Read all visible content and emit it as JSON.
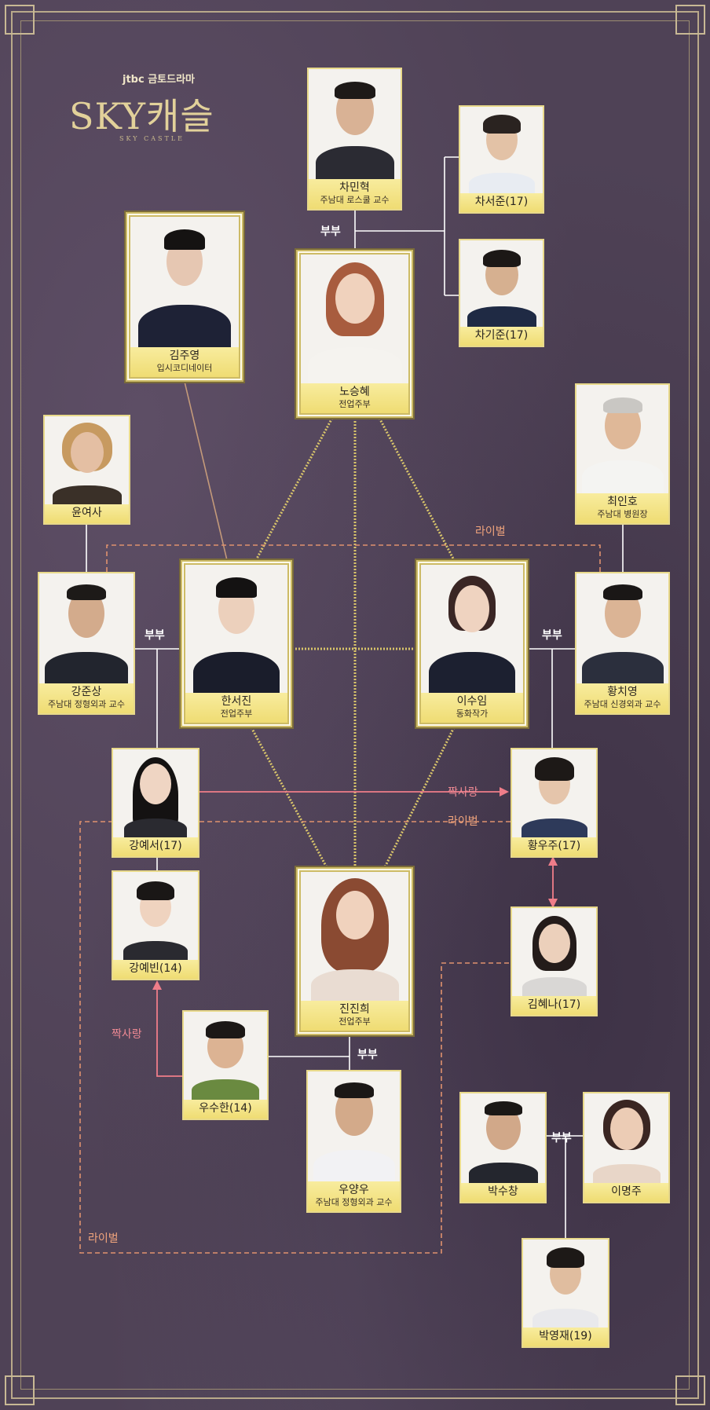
{
  "logo": {
    "network": "jtbc 금토드라마",
    "title": "SKY캐슬",
    "subtitle": "SKY CASTLE"
  },
  "people": {
    "cha_minhyuk": {
      "name": "차민혁",
      "role": "주남대 로스쿨 교수"
    },
    "cha_seojun": {
      "name": "차서준(17)"
    },
    "cha_kijun": {
      "name": "차기준(17)"
    },
    "noh_seunghye": {
      "name": "노승혜",
      "role": "전업주부"
    },
    "kim_jooyoung": {
      "name": "김주영",
      "role": "입시코디네이터"
    },
    "yoon_eosa": {
      "name": "윤여사"
    },
    "choi_inho": {
      "name": "최인호",
      "role": "주남대 병원장"
    },
    "kang_junsang": {
      "name": "강준상",
      "role": "주남대 정형외과 교수"
    },
    "han_seojin": {
      "name": "한서진",
      "role": "전업주부"
    },
    "lee_suim": {
      "name": "이수임",
      "role": "동화작가"
    },
    "hwang_chiyoung": {
      "name": "황치영",
      "role": "주남대 신경외과 교수"
    },
    "kang_yeseo": {
      "name": "강예서(17)"
    },
    "hwang_wooju": {
      "name": "황우주(17)"
    },
    "kang_yebin": {
      "name": "강예빈(14)"
    },
    "jin_jinhee": {
      "name": "진진희",
      "role": "전업주부"
    },
    "kim_hyena": {
      "name": "김혜나(17)"
    },
    "woo_suhan": {
      "name": "우수한(14)"
    },
    "woo_yangwoo": {
      "name": "우양우",
      "role": "주남대 정형외과 교수"
    },
    "park_suchang": {
      "name": "박수창"
    },
    "lee_myungjoo": {
      "name": "이명주"
    },
    "park_youngjae": {
      "name": "박영재(19)"
    }
  },
  "labels": {
    "spouse": "부부",
    "rival": "라이벌",
    "crush": "짝사랑"
  },
  "colors": {
    "background": "#4f4256",
    "caption": "#f4e487",
    "gold_line": "#d9c56a",
    "rival_line": "#e0926e",
    "crush_line": "#ef7d89"
  }
}
